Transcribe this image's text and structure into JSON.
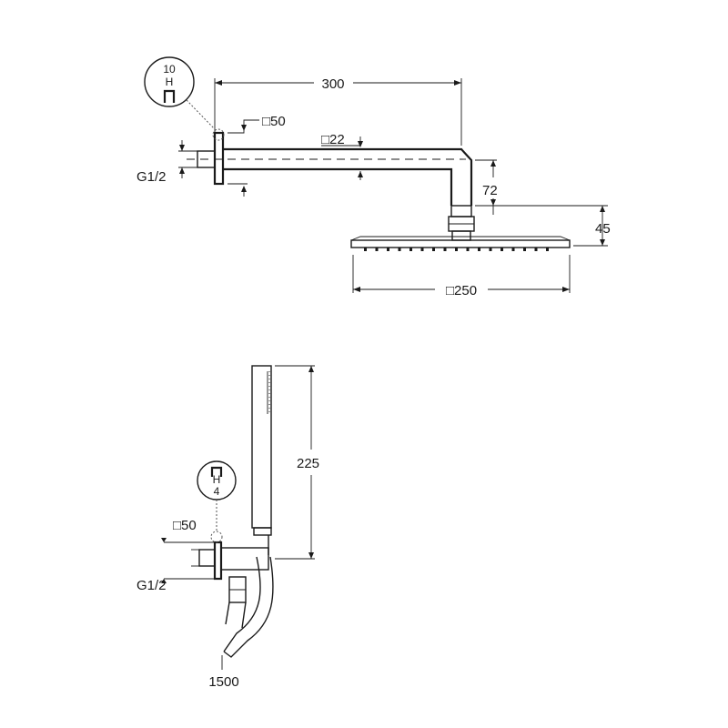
{
  "diagram": {
    "top": {
      "arm_length": "300",
      "flange_square": "□50",
      "arm_square": "□22",
      "drop_height": "72",
      "head_height": "45",
      "head_square": "□250",
      "thread": "G1/2",
      "detail_top": "10",
      "detail_symbol": "H"
    },
    "bottom": {
      "hand_height": "225",
      "flange_square": "□50",
      "thread": "G1/2",
      "hose_length": "1500",
      "detail_symbol": "H",
      "detail_bottom": "4"
    }
  }
}
